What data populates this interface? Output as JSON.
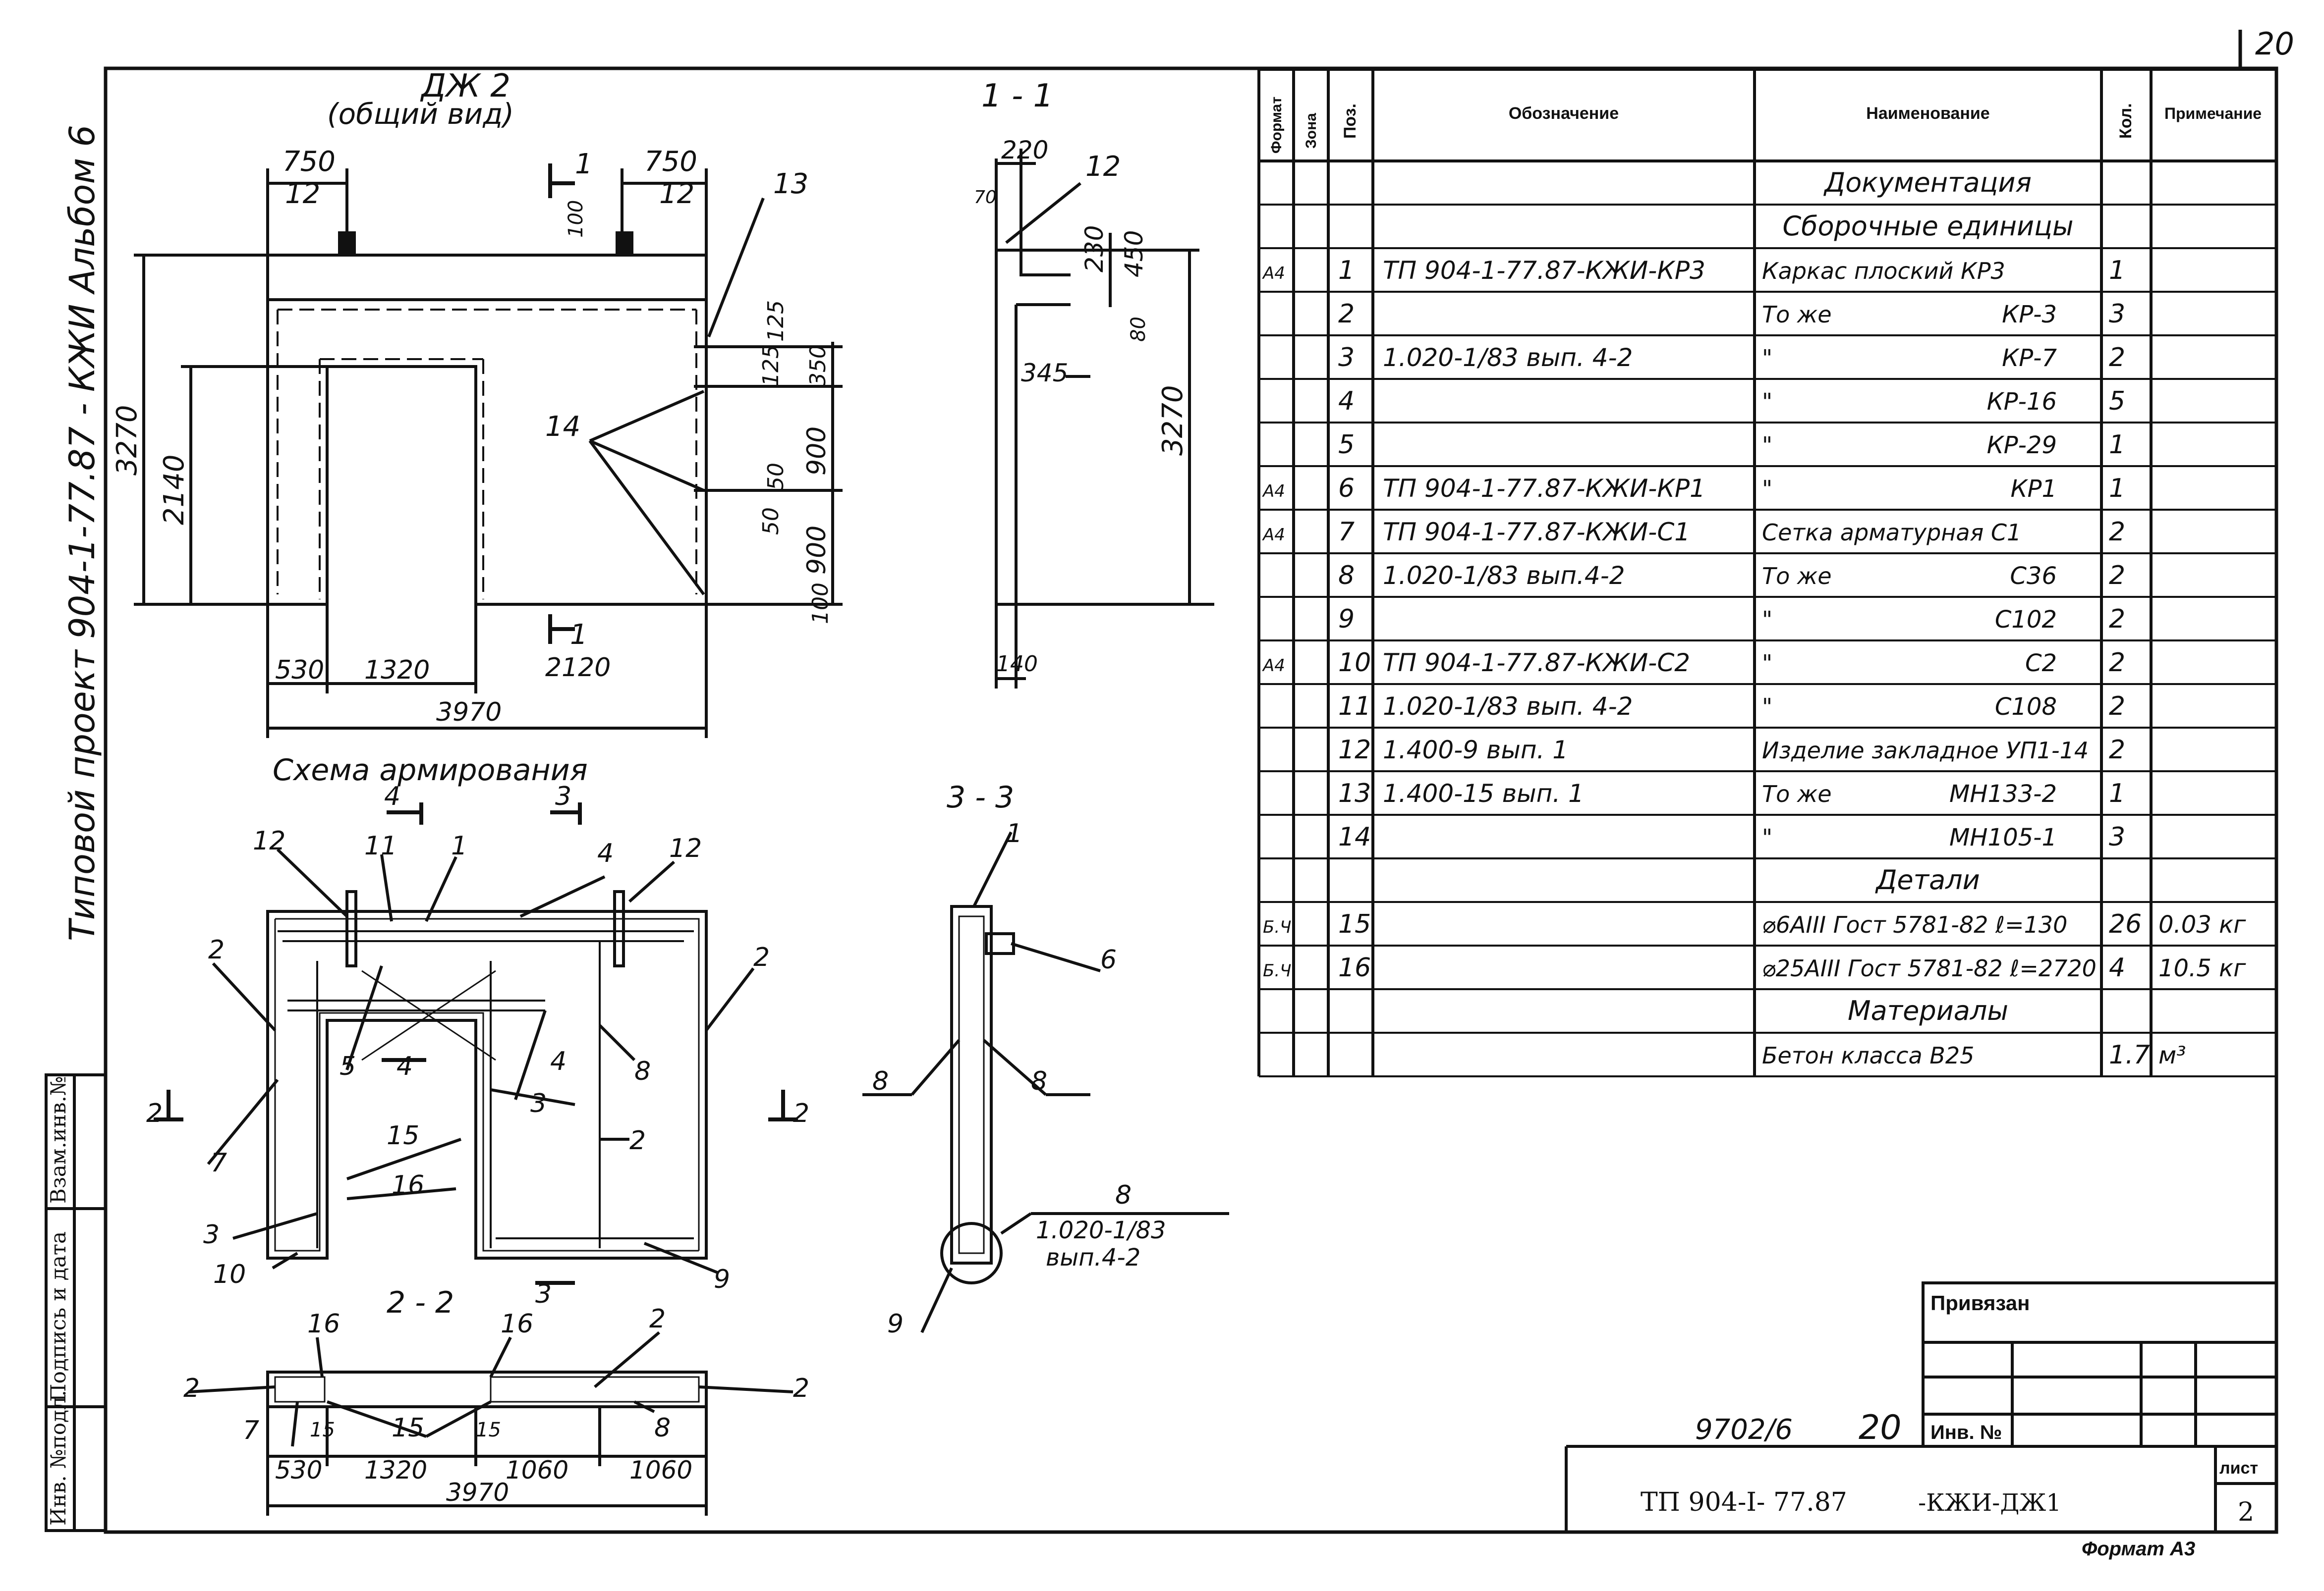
{
  "page_number": "20",
  "side": {
    "title": "Типовой проект 904-1-77.87 - КЖИ Альбом 6",
    "stamp_labels": [
      "Инв. №подл.",
      "Подпись и дата",
      "Взам.инв.№"
    ]
  },
  "general_view": {
    "title": "ДЖ 2",
    "subtitle": "(общий вид)",
    "dims": [
      "750",
      "750",
      "12",
      "12",
      "1",
      "100",
      "13",
      "125",
      "125",
      "350",
      "900",
      "50",
      "50",
      "900",
      "100",
      "3270",
      "2140",
      "14",
      "530",
      "1320",
      "2120",
      "3970",
      "1"
    ]
  },
  "section_1": {
    "title": "1 - 1",
    "dims": [
      "220",
      "12",
      "70",
      "230",
      "450",
      "80",
      "345",
      "3270",
      "140"
    ]
  },
  "reinforcement": {
    "title": "Схема армирования",
    "labels": [
      "4",
      "3",
      "12",
      "11",
      "1",
      "4",
      "12",
      "2",
      "2",
      "5",
      "4",
      "4",
      "8",
      "2",
      "2",
      "3",
      "7",
      "15",
      "16",
      "2",
      "3",
      "10",
      "3",
      "9"
    ]
  },
  "section_2": {
    "title": "2 - 2",
    "labels": [
      "16",
      "16",
      "2",
      "2",
      "2",
      "7",
      "15",
      "15",
      "15",
      "8"
    ],
    "dims": [
      "530",
      "1320",
      "1060",
      "1060",
      "3970"
    ]
  },
  "section_3": {
    "title": "3 - 3",
    "labels": [
      "1",
      "6",
      "8",
      "8",
      "8",
      "9"
    ],
    "note": [
      "1.020-1/83",
      "вып.4-2"
    ]
  },
  "spec_table": {
    "headers": [
      "Формат",
      "Зона",
      "Поз.",
      "Обозначение",
      "Наименование",
      "Кол.",
      "Примечание"
    ],
    "rows": [
      {
        "fmt": "",
        "pos": "",
        "code": "",
        "name": "Документация",
        "qty": "",
        "note": "",
        "section": true
      },
      {
        "fmt": "",
        "pos": "",
        "code": "",
        "name": "Сборочные единицы",
        "qty": "",
        "note": "",
        "section": true
      },
      {
        "fmt": "А4",
        "pos": "1",
        "code": "ТП 904-1-77.87-КЖИ-КР3",
        "name": "Каркас плоский КР3",
        "qty": "1",
        "note": ""
      },
      {
        "fmt": "",
        "pos": "2",
        "code": "",
        "name": "То же",
        "name2": "КР-3",
        "qty": "3",
        "note": ""
      },
      {
        "fmt": "",
        "pos": "3",
        "code": "1.020-1/83 вып. 4-2",
        "name": "\"",
        "name2": "КР-7",
        "qty": "2",
        "note": ""
      },
      {
        "fmt": "",
        "pos": "4",
        "code": "",
        "name": "\"",
        "name2": "КР-16",
        "qty": "5",
        "note": ""
      },
      {
        "fmt": "",
        "pos": "5",
        "code": "",
        "name": "\"",
        "name2": "КР-29",
        "qty": "1",
        "note": ""
      },
      {
        "fmt": "А4",
        "pos": "6",
        "code": "ТП 904-1-77.87-КЖИ-КР1",
        "name": "\"",
        "name2": "КР1",
        "qty": "1",
        "note": ""
      },
      {
        "fmt": "А4",
        "pos": "7",
        "code": "ТП 904-1-77.87-КЖИ-С1",
        "name": "Сетка арматурная С1",
        "qty": "2",
        "note": ""
      },
      {
        "fmt": "",
        "pos": "8",
        "code": "1.020-1/83 вып.4-2",
        "name": "То же",
        "name2": "С36",
        "qty": "2",
        "note": ""
      },
      {
        "fmt": "",
        "pos": "9",
        "code": "",
        "name": "\"",
        "name2": "С102",
        "qty": "2",
        "note": ""
      },
      {
        "fmt": "А4",
        "pos": "10",
        "code": "ТП 904-1-77.87-КЖИ-С2",
        "name": "\"",
        "name2": "С2",
        "qty": "2",
        "note": ""
      },
      {
        "fmt": "",
        "pos": "11",
        "code": "1.020-1/83 вып. 4-2",
        "name": "\"",
        "name2": "С108",
        "qty": "2",
        "note": ""
      },
      {
        "fmt": "",
        "pos": "12",
        "code": "1.400-9 вып. 1",
        "name": "Изделие закладное УП1-14",
        "qty": "2",
        "note": ""
      },
      {
        "fmt": "",
        "pos": "13",
        "code": "1.400-15 вып. 1",
        "name": "То же",
        "name2": "МН133-2",
        "qty": "1",
        "note": ""
      },
      {
        "fmt": "",
        "pos": "14",
        "code": "",
        "name": "\"",
        "name2": "МН105-1",
        "qty": "3",
        "note": ""
      },
      {
        "fmt": "",
        "pos": "",
        "code": "",
        "name": "Детали",
        "qty": "",
        "note": "",
        "section": true
      },
      {
        "fmt": "Б.Ч.",
        "pos": "15",
        "code": "",
        "name": "⌀6АIII Гост 5781-82 ℓ=130",
        "qty": "26",
        "note": "0.03 кг"
      },
      {
        "fmt": "Б.Ч.",
        "pos": "16",
        "code": "",
        "name": "⌀25АIII Гост 5781-82 ℓ=2720",
        "qty": "4",
        "note": "10.5 кг"
      },
      {
        "fmt": "",
        "pos": "",
        "code": "",
        "name": "Материалы",
        "qty": "",
        "note": "",
        "section": true
      },
      {
        "fmt": "",
        "pos": "",
        "code": "",
        "name": "Бетон класса В25",
        "qty": "1.7",
        "note": "м³"
      }
    ]
  },
  "stamp": {
    "privyazan": "Привязан",
    "inv": "Инв. №",
    "code_left": "9702/6",
    "code_num": "20",
    "designation": "ТП 904-I- 77.87",
    "designation2": "-КЖИ-ДЖ1",
    "list_label": "лист",
    "list_num": "2",
    "format": "Формат А3"
  }
}
